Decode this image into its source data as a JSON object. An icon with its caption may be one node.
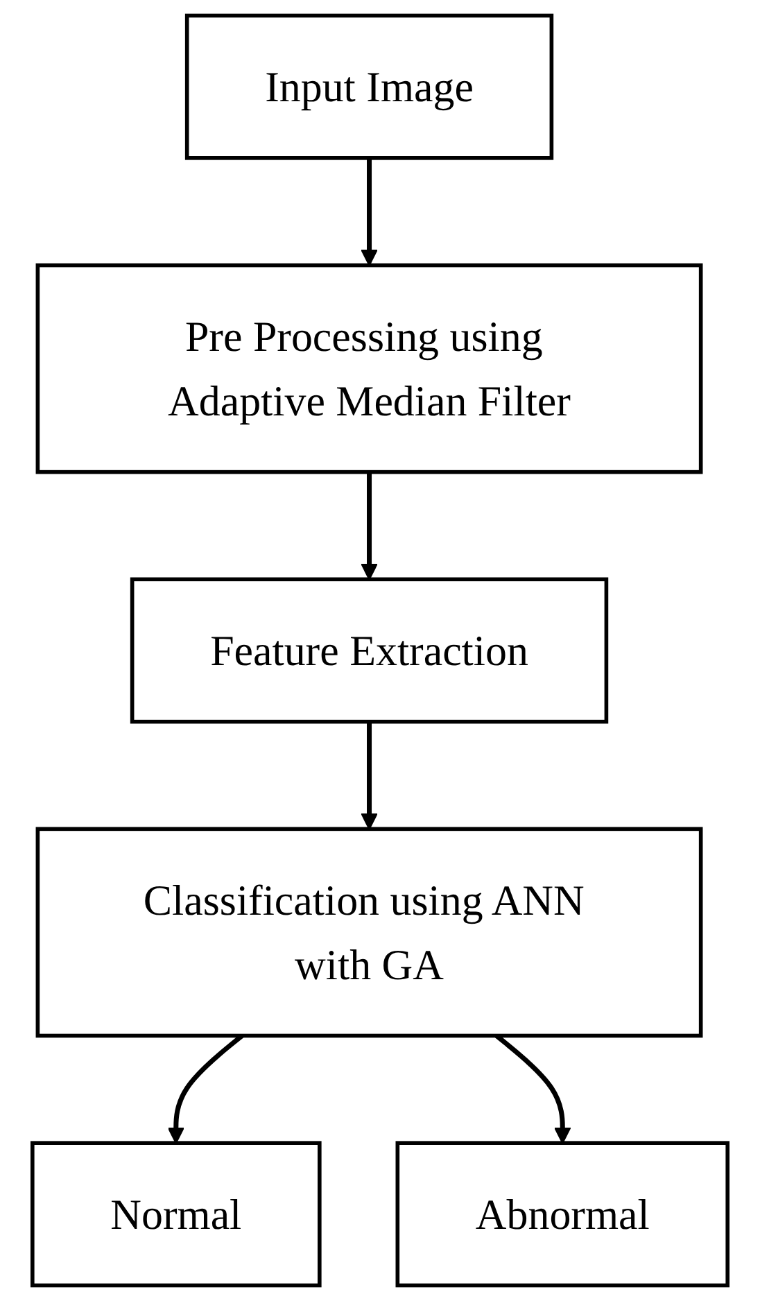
{
  "diagram": {
    "nodes": [
      {
        "text": [
          "Input Image"
        ]
      },
      {
        "text": [
          "Pre Processing using Adaptive Median Filter"
        ]
      },
      {
        "text": [
          "Feature Extraction"
        ]
      },
      {
        "text": [
          "Classification using ANN with GA"
        ]
      },
      {
        "text": [
          "Normal"
        ]
      },
      {
        "text": [
          "Abnormal"
        ]
      }
    ],
    "edges": [
      {
        "from": 0,
        "to": 1,
        "arrow": "to"
      },
      {
        "from": 1,
        "to": 2,
        "arrow": "to"
      },
      {
        "from": 2,
        "to": 3,
        "arrow": "to"
      },
      {
        "from": 3,
        "to": 4,
        "arrow": "to"
      },
      {
        "from": 3,
        "to": 5,
        "arrow": "to"
      }
    ]
  }
}
